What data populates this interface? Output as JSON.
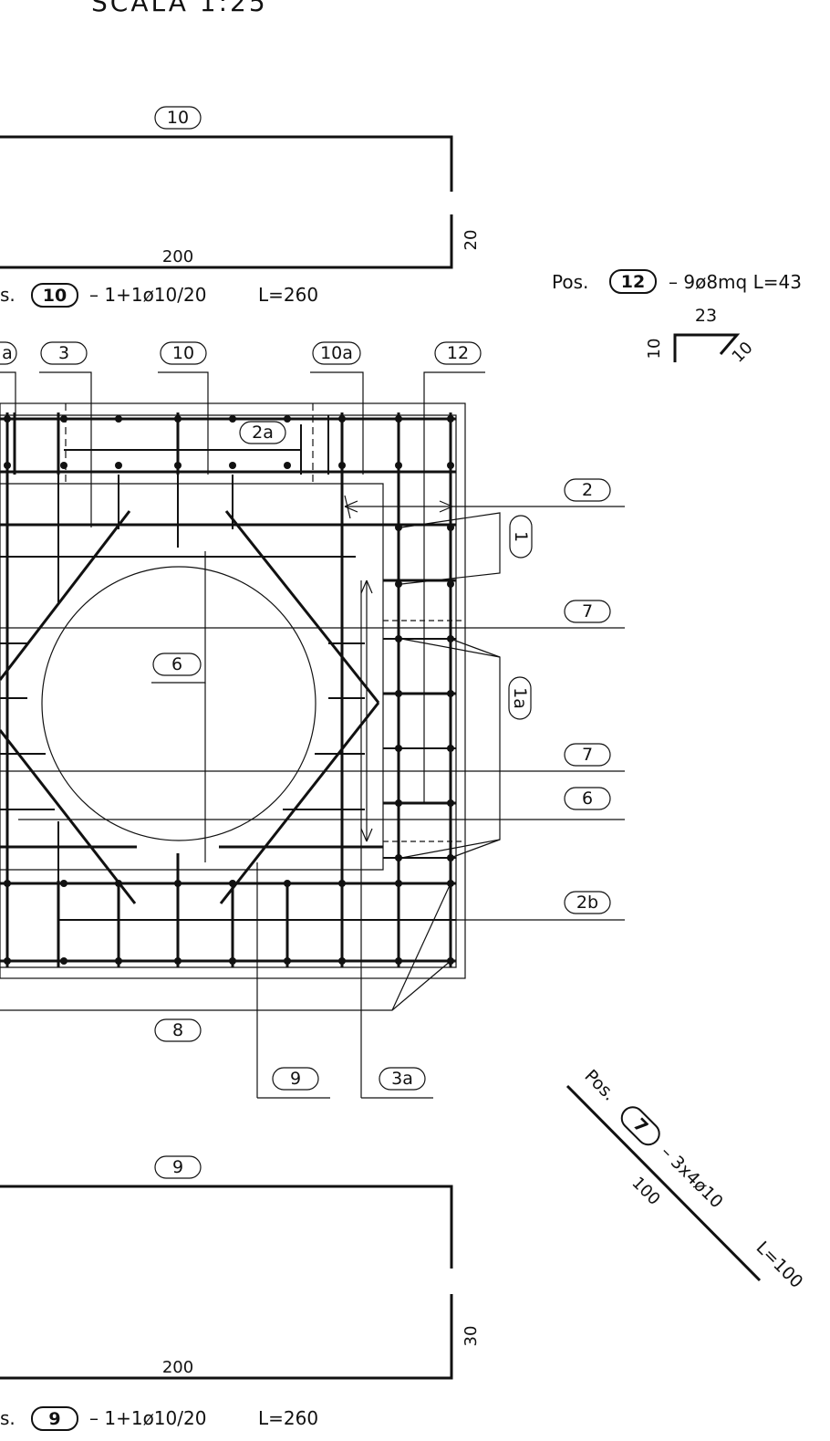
{
  "header": {
    "scale": "SCALA 1:25"
  },
  "shape_10": {
    "tag": "10",
    "width_label": "200",
    "height_label": "20",
    "pos_prefix": "s.",
    "pos_tag": "10",
    "pos_spec": "– 1+1ø10/20",
    "pos_length": "L=260"
  },
  "shape_12": {
    "pos_prefix": "Pos.",
    "pos_tag": "12",
    "pos_spec": "– 9ø8mq L=43",
    "dim_top": "23",
    "dim_left": "10",
    "dim_right": "10"
  },
  "plan_tags": {
    "t_a": "a",
    "t_3": "3",
    "t_10": "10",
    "t_10a": "10a",
    "t_12": "12",
    "t_2a": "2a",
    "t_2": "2",
    "t_1": "1",
    "t_7a": "7",
    "t_6": "6",
    "t_1a": "1a",
    "t_7b": "7",
    "t_6b": "6",
    "t_2b": "2b",
    "t_8": "8",
    "t_9": "9",
    "t_3a": "3a"
  },
  "shape_7": {
    "pos_prefix": "Pos.",
    "pos_tag": "7",
    "pos_spec": "– 3x4ø10",
    "pos_length": "L=100",
    "length_label": "100"
  },
  "shape_9": {
    "tag": "9",
    "width_label": "200",
    "height_label": "30",
    "pos_prefix": "s.",
    "pos_tag": "9",
    "pos_spec": "– 1+1ø10/20",
    "pos_length": "L=260"
  }
}
